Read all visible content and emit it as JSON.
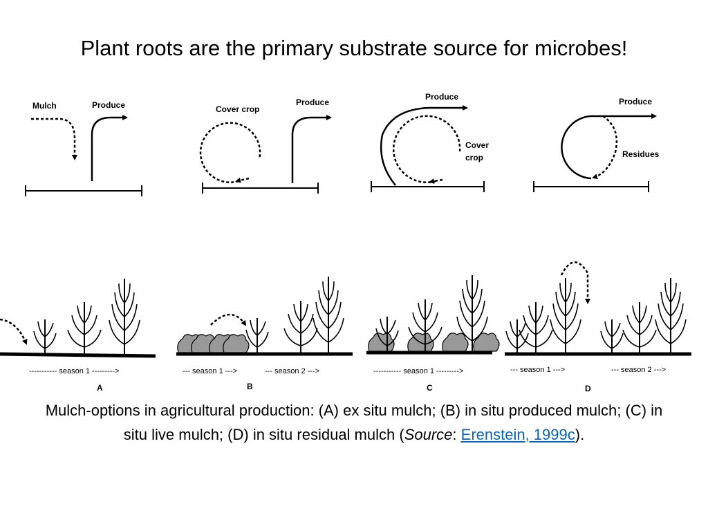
{
  "title": "Plant roots are the primary substrate source for microbes!",
  "diagrams": {
    "a": {
      "mulch": "Mulch",
      "produce": "Produce"
    },
    "b": {
      "cover_crop": "Cover crop",
      "produce": "Produce"
    },
    "c": {
      "produce": "Produce",
      "cover_line1": "Cover",
      "cover_line2": "crop"
    },
    "d": {
      "produce": "Produce",
      "residues": "Residues"
    }
  },
  "seasons": {
    "a": "----------- season 1 --------->",
    "b1": "--- season 1 --->",
    "b2": "--- season 2 --->",
    "c": "----------- season 1 --------->",
    "d1": "--- season 1 --->",
    "d2": "--- season 2 --->"
  },
  "panel_letters": [
    "A",
    "B",
    "C",
    "D"
  ],
  "caption": {
    "text1": "Mulch-options in agricultural production: (A) ex situ mulch; (B) in situ produced mulch; (C) in situ live mulch; (D) in situ residual mulch (",
    "source_word": "Source",
    "text2": ": ",
    "link": "Erenstein, 1999c",
    "text3": ")."
  },
  "colors": {
    "link": "#0563c1"
  }
}
